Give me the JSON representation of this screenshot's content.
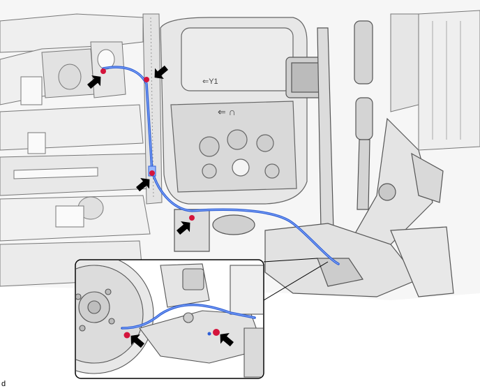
{
  "figure": {
    "reference_letter": "d",
    "tank_marking": "⇐Y1",
    "tank_arrow_marking": "⇐ ∩",
    "colors": {
      "background": "#ffffff",
      "part_line": "#555555",
      "part_fill": "#e9e9e9",
      "part_shade": "#cfcfcf",
      "cable": "#2e5fd6",
      "cable_highlight": "#8fb0ff",
      "bolt_marker": "#d4143c",
      "callout_arrow": "#000000"
    },
    "callout_count": 6,
    "icons": [
      "callout-arrow-icon",
      "bolt-marker-icon"
    ]
  }
}
